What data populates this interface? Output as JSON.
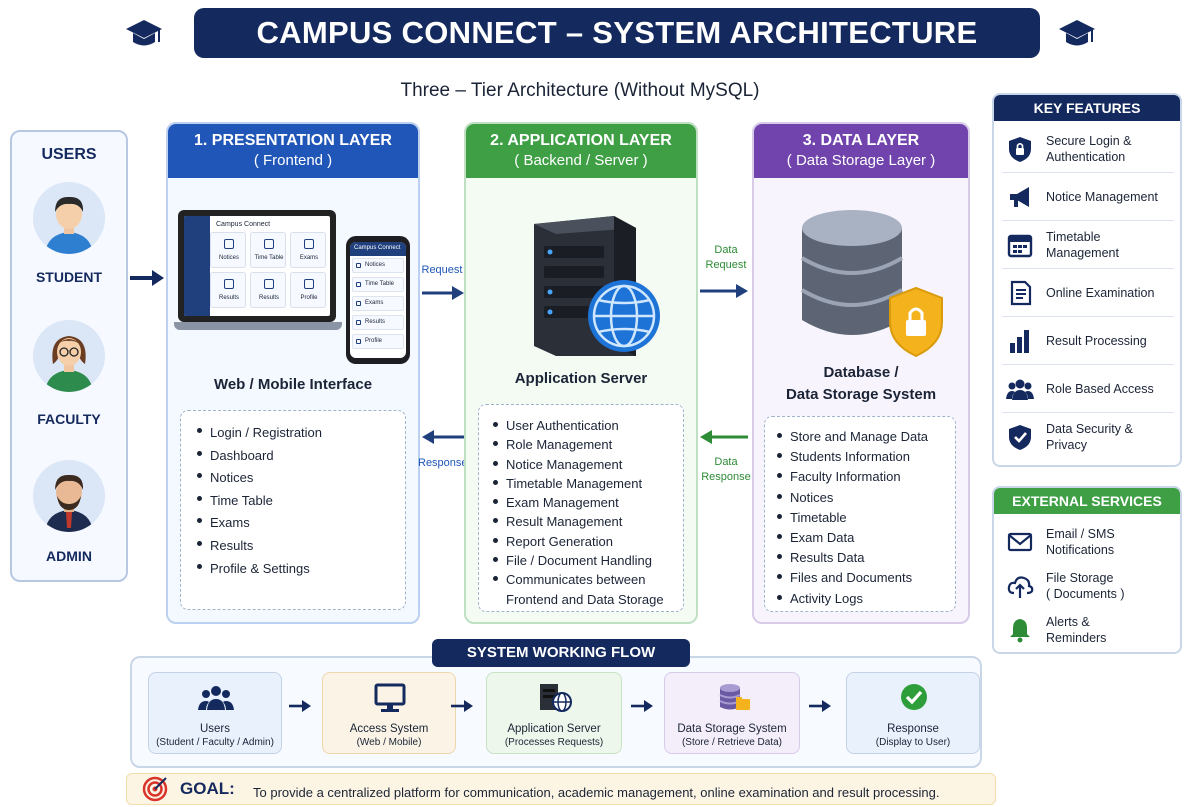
{
  "title": "CAMPUS CONNECT – SYSTEM ARCHITECTURE",
  "subtitle": "Three – Tier Architecture (Without MySQL)",
  "users": {
    "heading": "USERS",
    "roles": [
      "STUDENT",
      "FACULTY",
      "ADMIN"
    ]
  },
  "presentation": {
    "heading": "1. PRESENTATION LAYER",
    "subheading": "( Frontend )",
    "caption": "Web / Mobile Interface",
    "laptop_app_name": "Campus Connect",
    "phone_app_name": "Campus Connect",
    "laptop_tiles": [
      "Notices",
      "Time Table",
      "Exams",
      "Results",
      "Results",
      "Profile"
    ],
    "phone_items": [
      "Notices",
      "Time Table",
      "Exams",
      "Results",
      "Profile"
    ],
    "features": [
      "Login / Registration",
      "Dashboard",
      "Notices",
      "Time Table",
      "Exams",
      "Results",
      "Profile & Settings"
    ]
  },
  "application": {
    "heading": "2. APPLICATION LAYER",
    "subheading": "( Backend / Server )",
    "caption": "Application Server",
    "features": [
      "User Authentication",
      "Role Management",
      "Notice Management",
      "Timetable Management",
      "Exam Management",
      "Result Management",
      "Report Generation",
      "File / Document Handling",
      "Communicates between",
      "Frontend and Data Storage"
    ]
  },
  "data_layer": {
    "heading": "3. DATA LAYER",
    "subheading": "( Data Storage Layer )",
    "caption_line1": "Database /",
    "caption_line2": "Data Storage System",
    "features": [
      "Store and Manage Data",
      "Students Information",
      "Faculty Information",
      "Notices",
      "Timetable",
      "Exam Data",
      "Results Data",
      "Files and Documents",
      "Activity Logs"
    ]
  },
  "arrows": {
    "request": "Request",
    "response": "Response",
    "data_request_1": "Data",
    "data_request_2": "Request",
    "data_response_1": "Data",
    "data_response_2": "Response"
  },
  "key_features": {
    "heading": "KEY FEATURES",
    "items": [
      {
        "icon": "lock-shield-icon",
        "l1": "Secure Login &",
        "l2": "Authentication"
      },
      {
        "icon": "megaphone-icon",
        "l1": "Notice Management",
        "l2": ""
      },
      {
        "icon": "calendar-icon",
        "l1": "Timetable Management",
        "l2": ""
      },
      {
        "icon": "document-icon",
        "l1": "Online Examination",
        "l2": ""
      },
      {
        "icon": "bar-chart-icon",
        "l1": "Result Processing",
        "l2": ""
      },
      {
        "icon": "group-icon",
        "l1": "Role Based Access",
        "l2": ""
      },
      {
        "icon": "shield-check-icon",
        "l1": "Data Security &",
        "l2": "Privacy"
      }
    ]
  },
  "external_services": {
    "heading": "EXTERNAL SERVICES",
    "items": [
      {
        "icon": "mail-icon",
        "l1": "Email / SMS",
        "l2": "Notifications"
      },
      {
        "icon": "cloud-upload-icon",
        "l1": "File Storage",
        "l2": "( Documents )"
      },
      {
        "icon": "bell-icon",
        "l1": "Alerts &",
        "l2": "Reminders"
      }
    ]
  },
  "flow": {
    "heading": "SYSTEM WORKING FLOW",
    "steps": [
      {
        "title": "Users",
        "sub": "(Student / Faculty / Admin)"
      },
      {
        "title": "Access System",
        "sub": "(Web / Mobile)"
      },
      {
        "title": "Application Server",
        "sub": "(Processes Requests)"
      },
      {
        "title": "Data Storage System",
        "sub": "(Store / Retrieve Data)"
      },
      {
        "title": "Response",
        "sub": "(Display to User)"
      }
    ]
  },
  "goal": {
    "label": "GOAL:",
    "text": "To provide a centralized platform for communication, academic management, online examination and result processing."
  },
  "colors": {
    "navy": "#142a5e",
    "blue": "#1f56b8",
    "green": "#3e9f45",
    "purple": "#7143ad"
  }
}
